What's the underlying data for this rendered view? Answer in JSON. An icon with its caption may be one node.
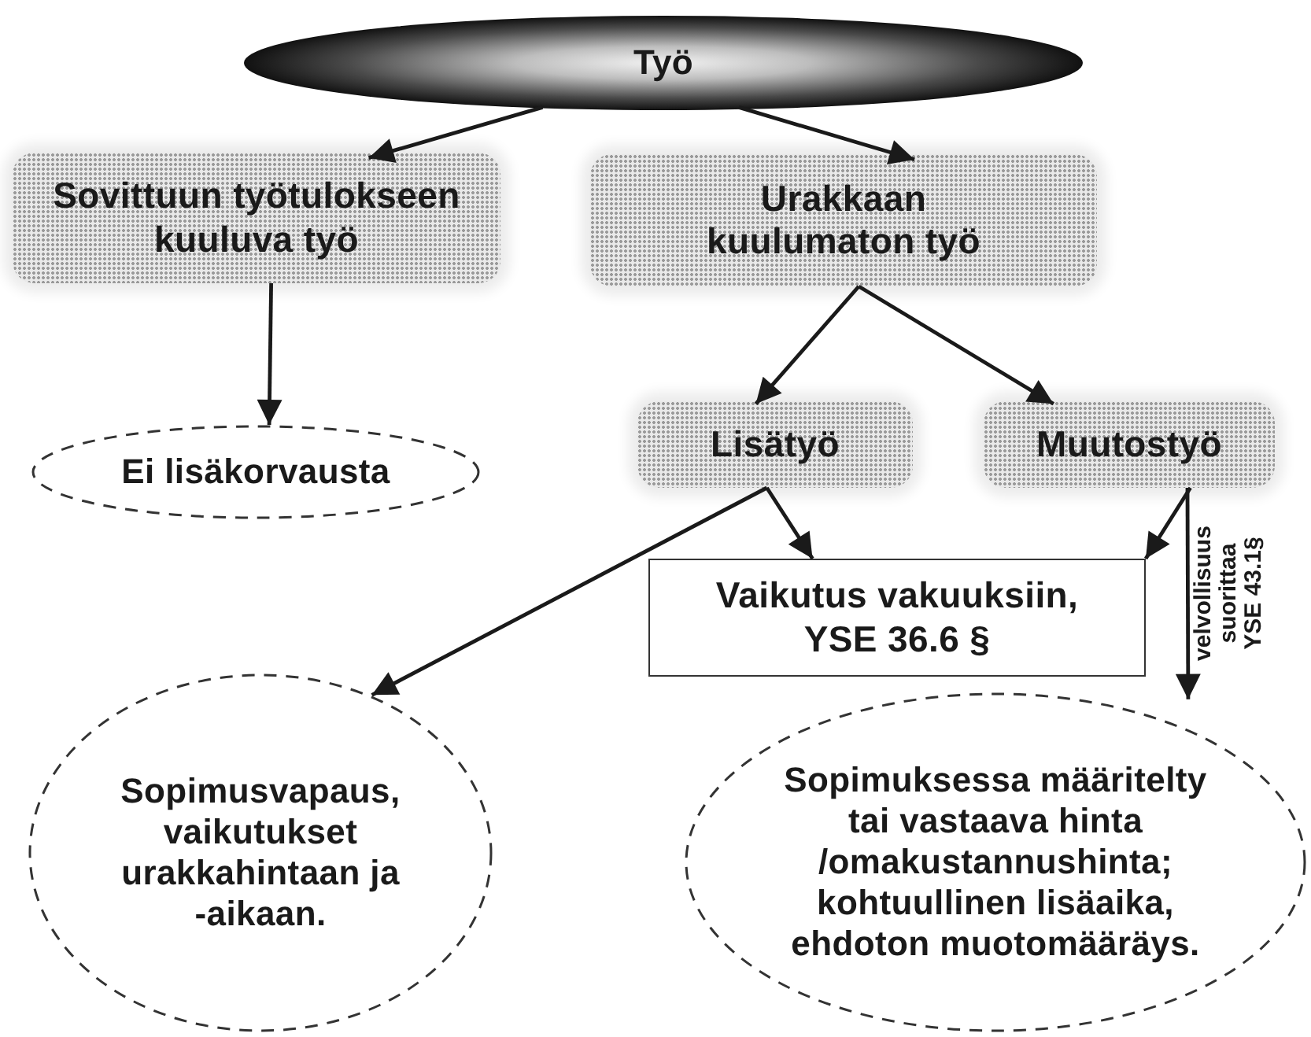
{
  "diagram": {
    "nodes": [
      {
        "text": [
          "Työ"
        ]
      },
      {
        "text": [
          "Sovittuun työtulokseen kuuluva työ"
        ]
      },
      {
        "text": [
          "Urakkaan kuulumaton työ"
        ]
      },
      {
        "text": [
          "Ei lisäkorvausta"
        ]
      },
      {
        "text": [
          "Lisätyö"
        ]
      },
      {
        "text": [
          "Muutostyö"
        ]
      },
      {
        "text": [
          "Vaikutus vakuuksiin, YSE 36.6 §"
        ]
      },
      {
        "text": [
          "Sopimusvapaus, vaikutukset urakkahintaan ja -aikaan."
        ]
      },
      {
        "text": [
          "Sopimuksessa määritelty tai vastaava hinta /omakustannushinta; kohtuullinen lisäaika, ehdoton muotomääräys."
        ]
      }
    ],
    "edges": [
      {
        "from": 0,
        "to": 1,
        "arrow": "to"
      },
      {
        "from": 0,
        "to": 2,
        "arrow": "to"
      },
      {
        "from": 1,
        "to": 3,
        "arrow": "to"
      },
      {
        "from": 2,
        "to": 4,
        "arrow": "to"
      },
      {
        "from": 2,
        "to": 5,
        "arrow": "to"
      },
      {
        "from": 4,
        "to": 6,
        "arrow": "to"
      },
      {
        "from": 4,
        "to": 7,
        "arrow": "to"
      },
      {
        "from": 5,
        "to": 6,
        "arrow": "to"
      },
      {
        "from": 5,
        "to": 8,
        "arrow": "to",
        "label": "velvollisuus suorittaa YSE 43.1§"
      }
    ]
  }
}
